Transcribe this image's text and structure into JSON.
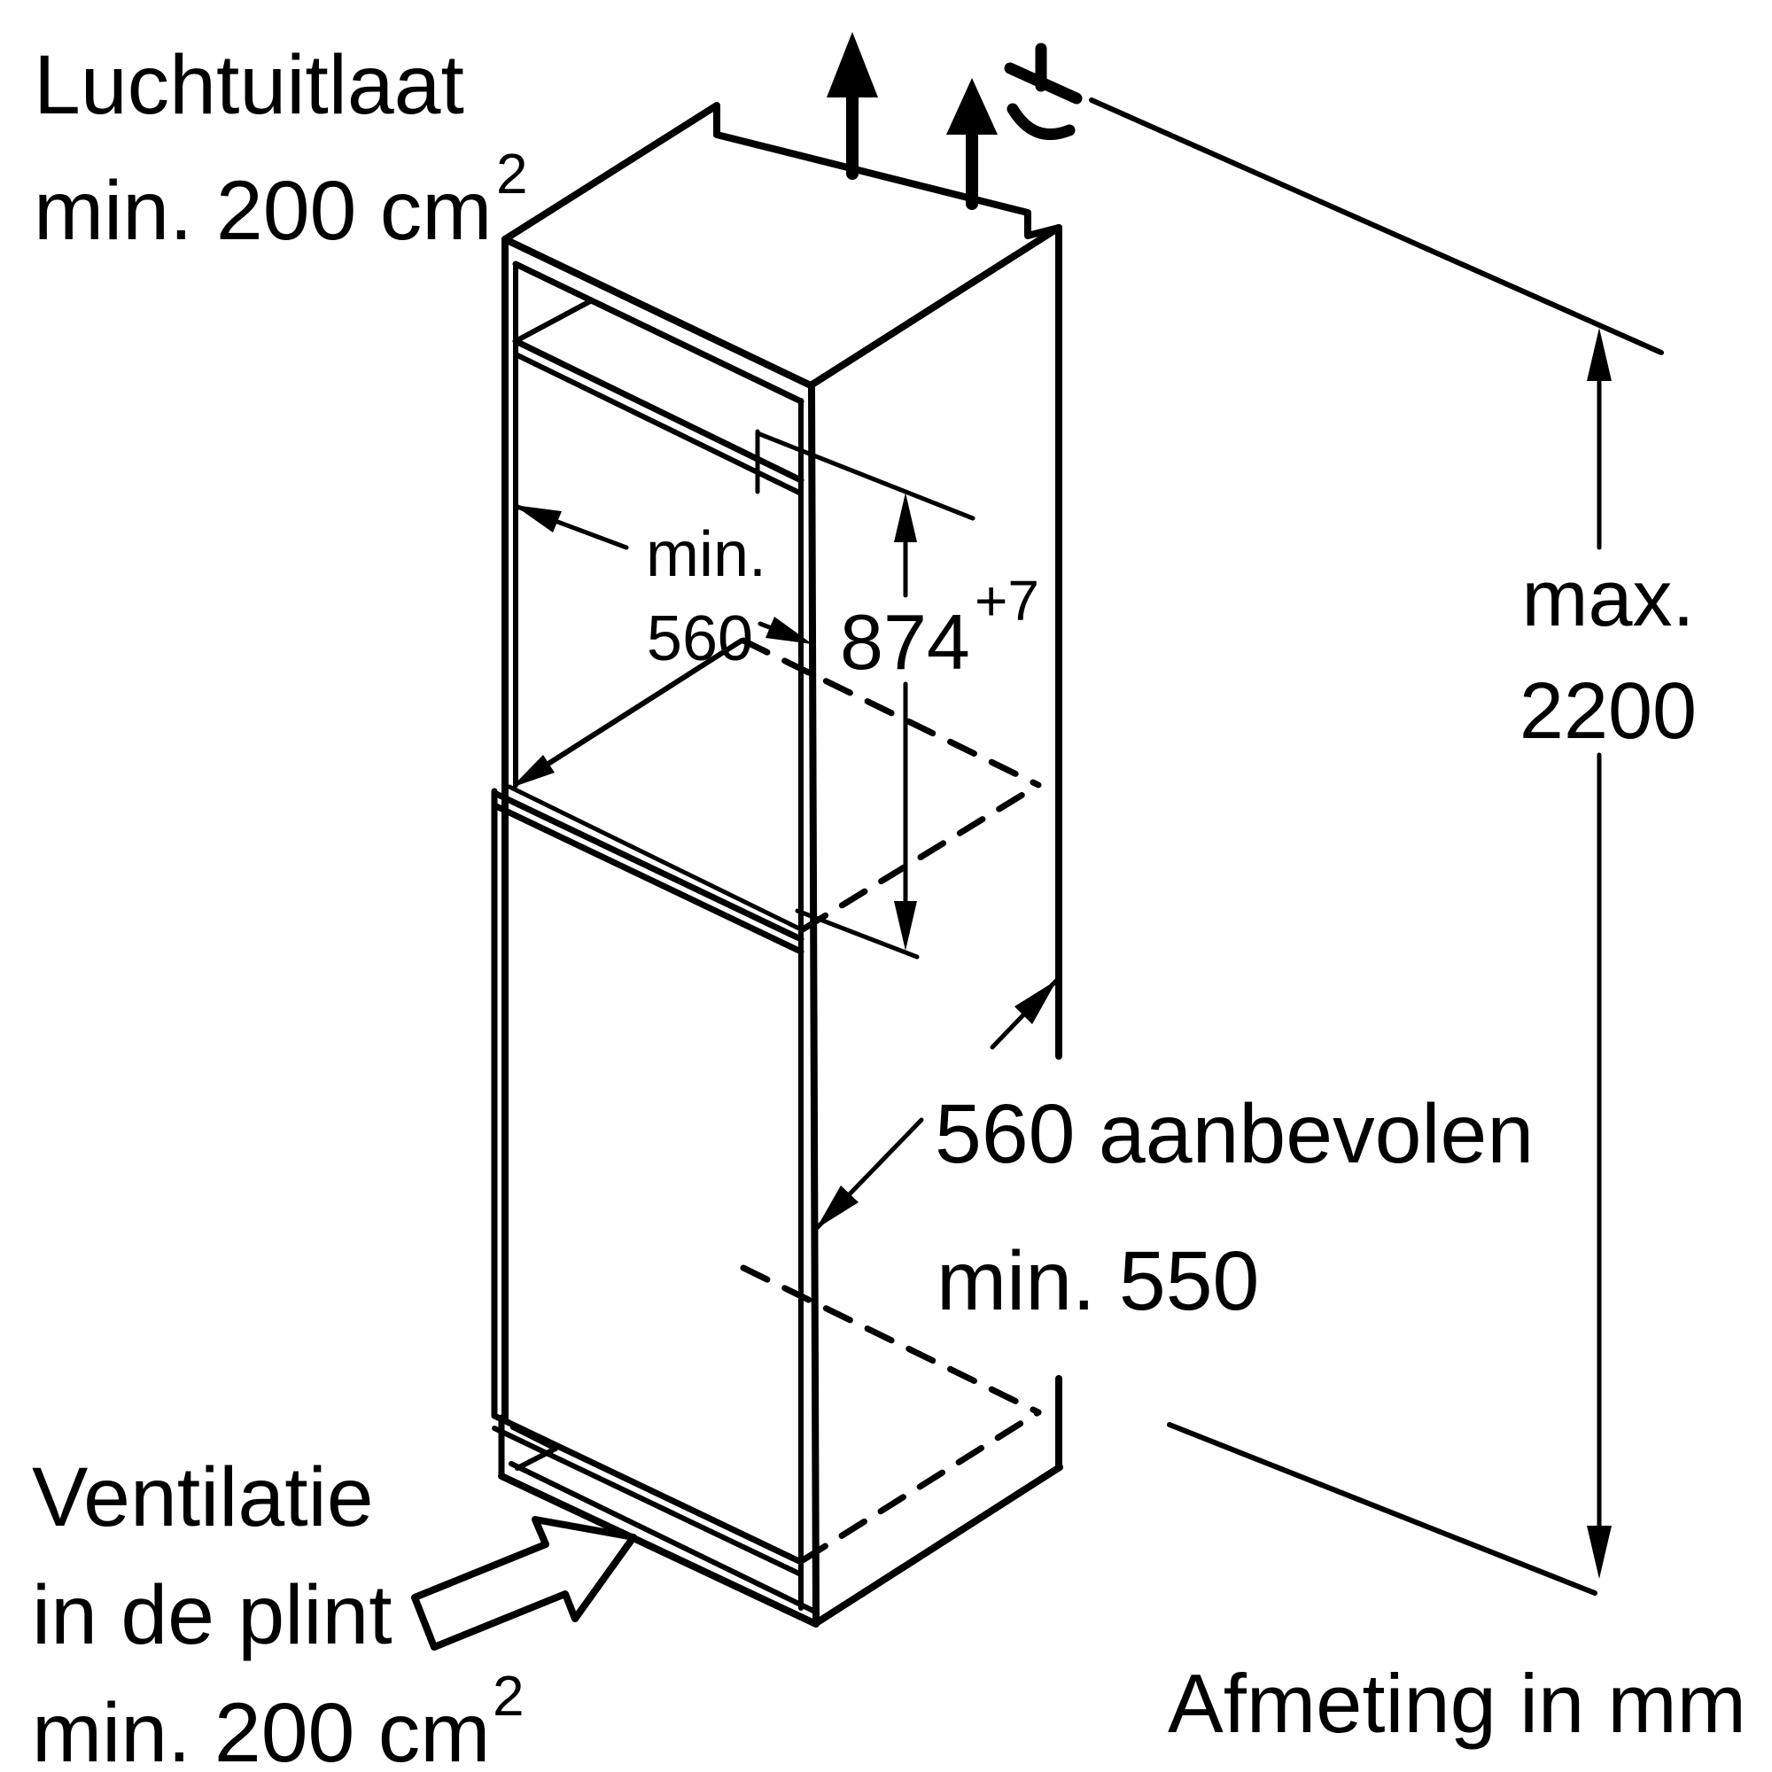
{
  "labels": {
    "air_outlet_line1": "Luchtuitlaat",
    "air_outlet_line2": "min. 200 cm",
    "air_outlet_sup": "2",
    "niche_width_line1": "min.",
    "niche_width_line2": "560",
    "niche_height_value": "874",
    "niche_height_tolerance": "+7",
    "max_height_line1": "max.",
    "max_height_line2": "2200",
    "depth_line1": "560 aanbevolen",
    "depth_line2": "min. 550",
    "plinth_line1": "Ventilatie",
    "plinth_line2": "in de plint",
    "plinth_line3": "min. 200 cm",
    "plinth_sup": "2",
    "units_note": "Afmeting in mm"
  },
  "dimensions": {
    "air_outlet_min_area_cm2": 200,
    "plinth_vent_min_area_cm2": 200,
    "niche_width_min_mm": 560,
    "niche_height_mm": "874+7",
    "max_height_mm": 2200,
    "depth_recommended_mm": 560,
    "depth_min_mm": 550
  },
  "icons": {
    "airflow_top": "two solid up arrows",
    "cut_symbol": "branch cut mark",
    "plinth_airflow": "hollow arrow pointing to plinth vent"
  },
  "colors": {
    "line": "#000000",
    "background": "#ffffff"
  }
}
